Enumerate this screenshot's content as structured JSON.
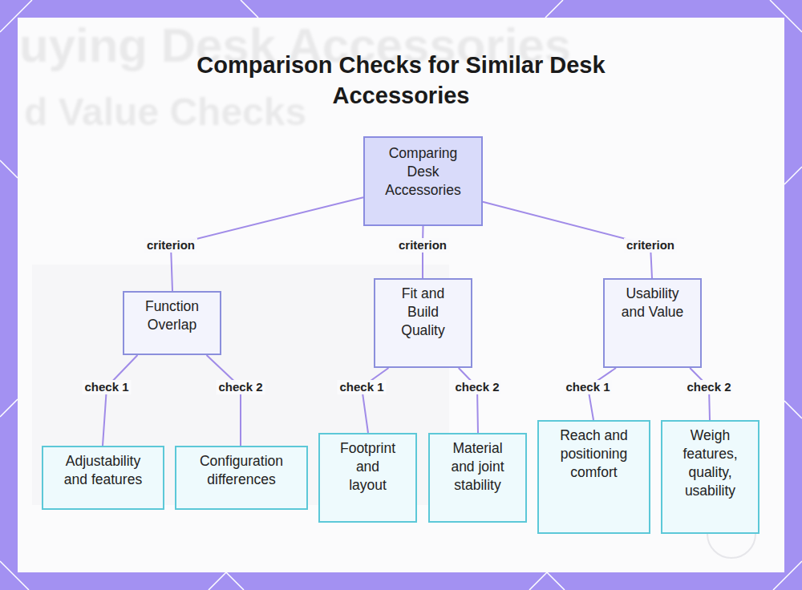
{
  "diagram": {
    "title": "Comparison Checks for Similar Desk Accessories",
    "nodes": [
      {
        "text": [
          "Comparing Desk Accessories"
        ]
      },
      {
        "text": [
          "Function Overlap"
        ]
      },
      {
        "text": [
          "Fit and Build Quality"
        ]
      },
      {
        "text": [
          "Usability and Value"
        ]
      },
      {
        "text": [
          "Adjustability and features"
        ]
      },
      {
        "text": [
          "Configuration differences"
        ]
      },
      {
        "text": [
          "Footprint and layout"
        ]
      },
      {
        "text": [
          "Material and joint stability"
        ]
      },
      {
        "text": [
          "Reach and positioning comfort"
        ]
      },
      {
        "text": [
          "Weigh features, quality, usability"
        ]
      }
    ],
    "edges": [
      {
        "from": 0,
        "to": 1,
        "label": "criterion",
        "arrow": "none"
      },
      {
        "from": 0,
        "to": 2,
        "label": "criterion",
        "arrow": "none"
      },
      {
        "from": 0,
        "to": 3,
        "label": "criterion",
        "arrow": "none"
      },
      {
        "from": 1,
        "to": 4,
        "label": "check 1",
        "arrow": "none"
      },
      {
        "from": 1,
        "to": 5,
        "label": "check 2",
        "arrow": "none"
      },
      {
        "from": 2,
        "to": 6,
        "label": "check 1",
        "arrow": "none"
      },
      {
        "from": 2,
        "to": 7,
        "label": "check 2",
        "arrow": "none"
      },
      {
        "from": 3,
        "to": 8,
        "label": "check 1",
        "arrow": "none"
      },
      {
        "from": 3,
        "to": 9,
        "label": "check 2",
        "arrow": "none"
      }
    ],
    "labels": [
      "uying Desk Accessories",
      "d Value Checks"
    ]
  }
}
